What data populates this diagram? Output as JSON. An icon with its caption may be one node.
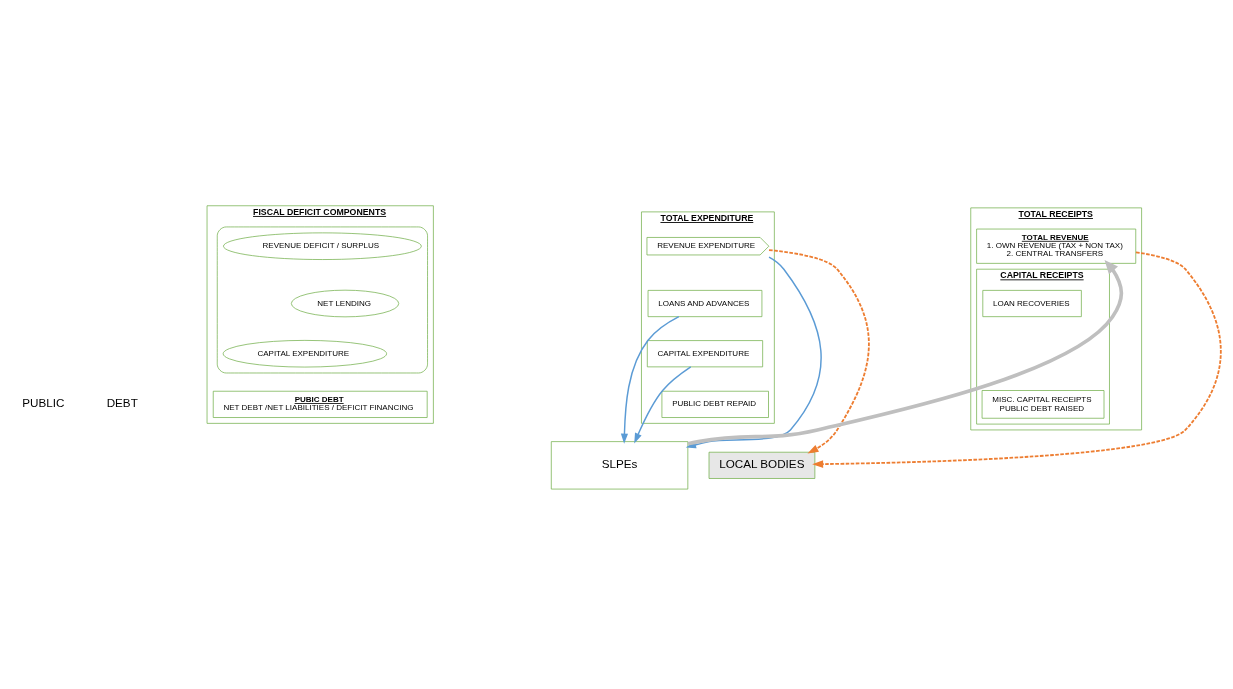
{
  "diagram": {
    "nodes": [
      {
        "text": [
          "TOTAL RECEIPTS"
        ]
      },
      {
        "text": [
          "TOTAL REVENUE",
          "1. OWN REVENUE (TAX + NON TAX)",
          "2. CENTRAL TRANSFERS"
        ],
        "in": 0
      },
      {
        "text": [
          "CAPITAL RECEIPTS"
        ],
        "in": 0
      },
      {
        "text": [
          "LOAN RECOVERIES"
        ],
        "in": 2
      },
      {
        "text": [
          "MISC. CAPITAL RECEIPTS",
          "PUBLIC DEBT RAISED"
        ],
        "in": 2
      },
      {
        "text": [
          "TOTAL EXPENDITURE"
        ]
      },
      {
        "text": [
          "REVENUE EXPENDITURE"
        ],
        "in": 5
      },
      {
        "text": [
          "LOANS AND ADVANCES"
        ],
        "in": 5
      },
      {
        "text": [
          "CAPITAL EXPENDITURE"
        ],
        "in": 5
      },
      {
        "text": [
          "PUBLIC DEBT REPAID"
        ],
        "in": 5
      },
      {
        "text": [
          "FISCAL DEFICIT COMPONENTS"
        ]
      },
      {
        "text": [],
        "shape": "box",
        "in": 10
      },
      {
        "text": [
          "REVENUE DEFICIT / SURPLUS"
        ],
        "in": 11
      },
      {
        "text": [
          "NET LENDING"
        ],
        "in": 11
      },
      {
        "text": [
          "CAPITAL EXPENDITURE"
        ],
        "in": 11
      },
      {
        "text": [
          "PUBIC DEBT",
          "NET DEBT /NET LIABILITIES / DEFICIT FINANCING"
        ],
        "in": 10
      },
      {
        "text": [
          "SLPEs"
        ]
      },
      {
        "text": [
          "LOCAL BODIES"
        ]
      }
    ],
    "edges": [
      {
        "from": 6,
        "to": 16,
        "arrow": "to",
        "color": "#5b9bd5"
      },
      {
        "from": 7,
        "to": 16,
        "arrow": "to",
        "color": "#5b9bd5"
      },
      {
        "from": 8,
        "to": 16,
        "arrow": "to",
        "color": "#5b9bd5"
      },
      {
        "from": 1,
        "to": 17,
        "arrow": "to",
        "style": "dashed",
        "color": "#ed7d31"
      },
      {
        "from": 6,
        "to": 17,
        "arrow": "to",
        "style": "dashed",
        "color": "#ed7d31"
      },
      {
        "from": 16,
        "to": 1,
        "arrow": "to",
        "style": "thick",
        "color": "#bfbfbf"
      }
    ],
    "labels": [
      "PUBLIC",
      "DEBT"
    ]
  }
}
